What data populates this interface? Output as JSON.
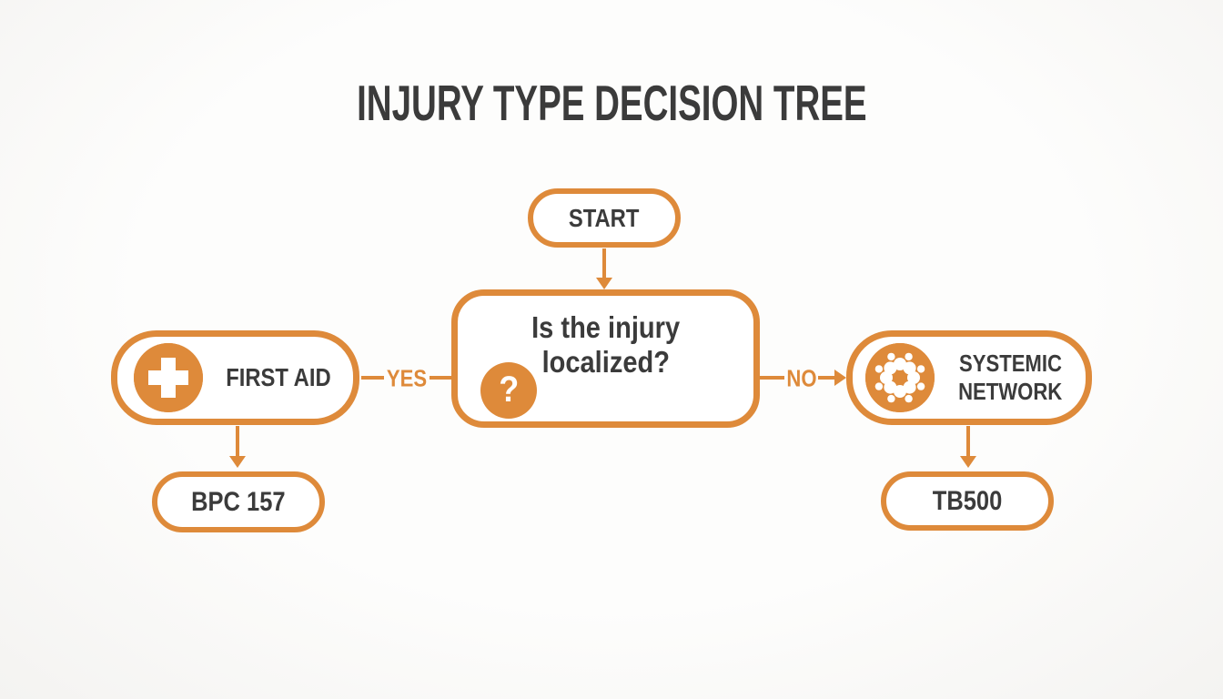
{
  "title": "INJURY TYPE DECISION TREE",
  "colors": {
    "accent_orange": "#DE8A3A",
    "text_dark": "#3B3B3B",
    "node_background": "#FFFFFF",
    "page_background": "#F7F6F4"
  },
  "nodes": {
    "start": {
      "label": "START"
    },
    "question": {
      "label_line1": "Is the injury",
      "label_line2": "localized?",
      "icon": "question-mark-icon"
    },
    "first_aid": {
      "label": "FIRST AID",
      "icon": "first-aid-cross-icon"
    },
    "systemic": {
      "label_line1": "SYSTEMIC",
      "label_line2": "NETWORK",
      "icon": "network-cluster-icon"
    },
    "bpc157": {
      "label": "BPC 157"
    },
    "tb500": {
      "label": "TB500"
    }
  },
  "edges": {
    "yes_label": "YES",
    "no_label": "NO"
  },
  "icons": {
    "question_glyph": "?"
  }
}
